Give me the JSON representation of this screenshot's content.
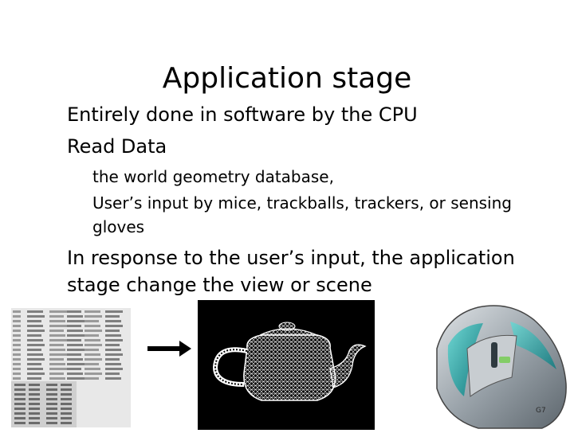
{
  "slide": {
    "title": "Application stage",
    "lines": [
      "Entirely done in software by the CPU",
      "Read Data",
      "the world geometry database,",
      "User’s input by mice, trackballs, trackers, or sensing",
      "gloves",
      "In response to the user’s input, the application",
      "stage change the view or scene"
    ]
  },
  "images": {
    "data_image": "geometry-data-table",
    "arrow": "right-arrow",
    "render_image": "wireframe-teapot",
    "device_image": "computer-mouse",
    "mouse_label": "G7"
  }
}
